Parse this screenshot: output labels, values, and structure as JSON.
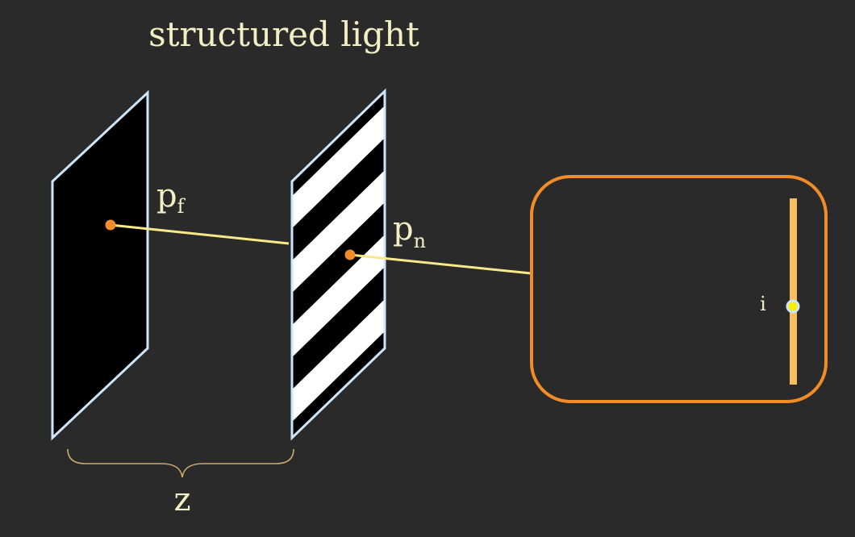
{
  "title": "structured light",
  "labels": {
    "far_point": "p",
    "far_point_sub": "f",
    "near_point": "p",
    "near_point_sub": "n",
    "depth": "z",
    "pixel": "i"
  },
  "colors": {
    "background": "#2a2a2a",
    "text": "#f3efc4",
    "plane_outline": "#cde5f8",
    "point": "#f28c28",
    "ray": "#f7e98a",
    "camera_outline": "#f28c28",
    "sensor": "#f6be60",
    "pixel_fill": "#f3f000",
    "stripe_dark": "#000000",
    "stripe_light": "#ffffff"
  }
}
